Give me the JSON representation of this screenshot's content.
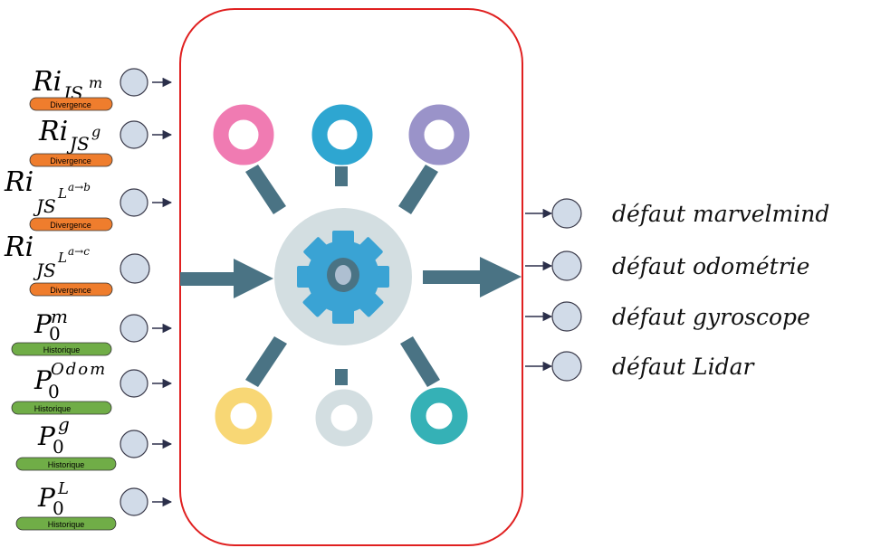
{
  "colors": {
    "box_border": "#e02020",
    "arrow": "#4a7384",
    "small_circle_fill": "#d1dbe8",
    "small_circle_stroke": "#3a3a4a",
    "divergence_pill": "#ef7d2d",
    "historique_pill": "#70ad47",
    "gear_bg": "#d3dee1",
    "gear": "#3aa3d4",
    "ring_pink": "#f07bb2",
    "ring_blue": "#2ea6d1",
    "ring_purple": "#9a93c9",
    "ring_yellow": "#f8d775",
    "ring_gray": "#d3dee1",
    "ring_teal": "#35b1b6"
  },
  "inputs": {
    "divergence": [
      {
        "base": "Ri",
        "sub": "JS",
        "sup": "m",
        "tag": "Divergence"
      },
      {
        "base": "Ri",
        "sub": "JS",
        "sup": "g",
        "tag": "Divergence"
      },
      {
        "base": "Ri",
        "sub": "JS",
        "sup": "L",
        "supsup": "a→b",
        "tag": "Divergence"
      },
      {
        "base": "Ri",
        "sub": "JS",
        "sup": "L",
        "supsup": "a→c",
        "tag": "Divergence"
      }
    ],
    "historique": [
      {
        "base": "P",
        "sub": "0",
        "sup": "m",
        "tag": "Historique"
      },
      {
        "base": "P",
        "sub": "0",
        "sup": "Odom",
        "tag": "Historique"
      },
      {
        "base": "P",
        "sub": "0",
        "sup": "g",
        "tag": "Historique"
      },
      {
        "base": "P",
        "sub": "0",
        "sup": "L",
        "tag": "Historique"
      }
    ]
  },
  "outputs": [
    "défaut marvelmind",
    "défaut odométrie",
    "défaut gyroscope",
    "défaut Lidar"
  ],
  "icons": {
    "center": "gear-icon",
    "nodes": [
      "pink-ring-icon",
      "blue-ring-icon",
      "purple-ring-icon",
      "yellow-ring-icon",
      "gray-ring-icon",
      "teal-ring-icon"
    ]
  }
}
